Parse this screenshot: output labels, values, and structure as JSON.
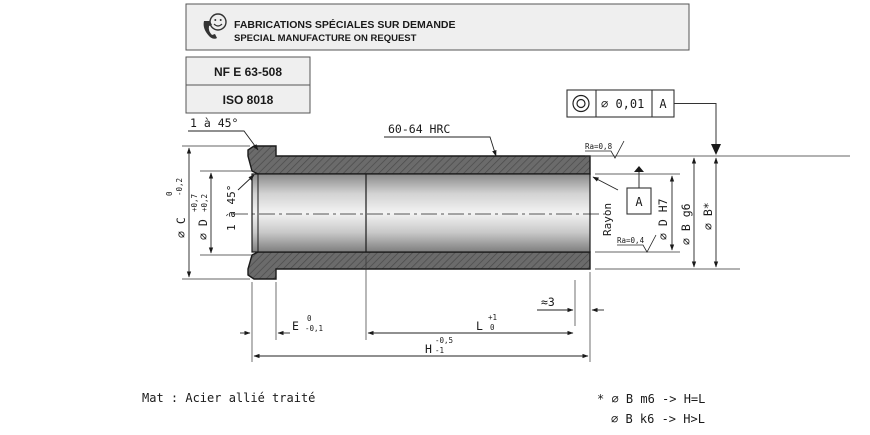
{
  "banner": {
    "line1": "FABRICATIONS SPÉCIALES SUR DEMANDE",
    "line2": "SPECIAL MANUFACTURE ON REQUEST"
  },
  "standards": [
    "NF E 63-508",
    "ISO 8018"
  ],
  "tolerance_frame": {
    "symbol": "concentricity",
    "value": "⌀ 0,01",
    "datum": "A"
  },
  "datum_label": "A",
  "annotations": {
    "chamfer_top": "1 à 45°",
    "chamfer_inner": "1 à 45°",
    "hardness": "60-64 HRC",
    "ra_outer": "Ra=0,8",
    "ra_inner": "Ra=0,4",
    "rayon": "Rayon",
    "dim_c": "⌀ C",
    "dim_c_tol_upper": "0",
    "dim_c_tol_lower": "-0,2",
    "dim_d_left": "⌀ D",
    "dim_d_left_tol_upper": "+0,7",
    "dim_d_left_tol_lower": "+0,2",
    "dim_d_h7": "⌀ D H7",
    "dim_b_g6": "⌀ B g6",
    "dim_b_star": "⌀ B*",
    "dim_approx3": "≈3",
    "dim_e": "E",
    "dim_e_tol_upper": "0",
    "dim_e_tol_lower": "-0,1",
    "dim_l": "L",
    "dim_l_tol_upper": "+1",
    "dim_l_tol_lower": "0",
    "dim_h": "H",
    "dim_h_tol_upper": "-0,5",
    "dim_h_tol_lower": "-1"
  },
  "material": "Mat : Acier allié traité",
  "notes": [
    "* ⌀ B m6 -> H=L",
    "⌀ B k6 -> H>L"
  ]
}
